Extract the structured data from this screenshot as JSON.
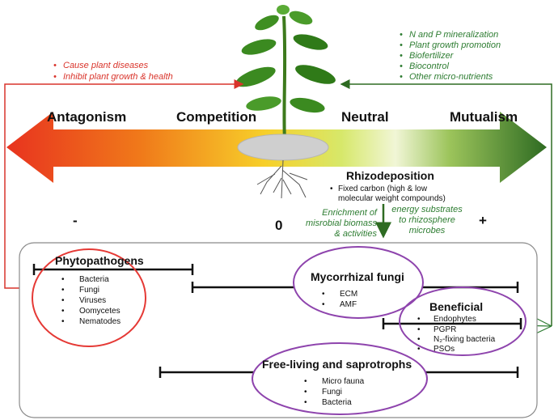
{
  "harmful_effects": [
    "Cause plant diseases",
    "Inhibit plant growth & health"
  ],
  "beneficial_effects": [
    "N and P mineralization",
    "Plant growth promotion",
    "Biofertilizer",
    "Biocontrol",
    "Other micro-nutrients"
  ],
  "scale": {
    "antagonism": "Antagonism",
    "competition": "Competition",
    "neutral": "Neutral",
    "mutualism": "Mutualism",
    "minus": "-",
    "zero": "0",
    "plus": "+"
  },
  "rhizodeposition": {
    "title": "Rhizodeposition",
    "line1": "Fixed carbon (high & low",
    "line2": "molecular weight compounds)"
  },
  "enrichment": [
    "Enrichment of",
    "misrobial biomass",
    "& activities"
  ],
  "energy": [
    "energy substrates",
    "to rhizosphere",
    "microbes"
  ],
  "phytopathogens": {
    "title": "Phytopathogens",
    "items": [
      "Bacteria",
      "Fungi",
      "Viruses",
      "Oomycetes",
      "Nematodes"
    ]
  },
  "mycorrhizal": {
    "title": "Mycorrhizal fungi",
    "items": [
      "ECM",
      "AMF"
    ]
  },
  "beneficial": {
    "title": "Beneficial",
    "items": [
      "Endophytes",
      "PGPR",
      "N₂-fixing bacteria",
      "PSOs"
    ]
  },
  "free_living": {
    "title": "Free-living and saprotrophs",
    "items": [
      "Micro fauna",
      "Fungi",
      "Bacteria"
    ]
  },
  "colors": {
    "harmful": "#d9342b",
    "beneficial": "#2e7d32",
    "group_ellipse": "#8e44ad",
    "pathogen_ellipse": "#e53935"
  }
}
